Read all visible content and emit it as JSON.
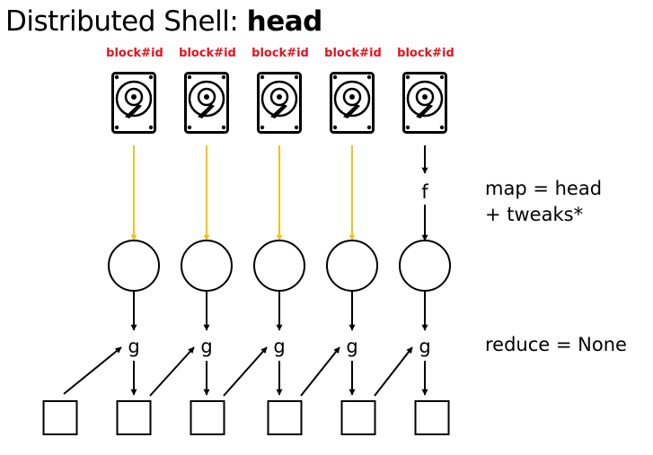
{
  "title": {
    "prefix": "Distributed Shell: ",
    "bold": "head"
  },
  "block_label": "block#id",
  "map_fn_label": "f",
  "reduce_fn_label": "g",
  "map_text": {
    "line1": "map = head",
    "line2": "+ tweaks*"
  },
  "reduce_text": "reduce = None",
  "colors": {
    "label_red": "#e0141e",
    "arrow_yellow": "#f4c21a",
    "line_black": "#000000"
  },
  "disk_icon": "hard-disk-icon",
  "columns": [
    {
      "block_label": "block#id",
      "map_arrow": "yellow"
    },
    {
      "block_label": "block#id",
      "map_arrow": "yellow"
    },
    {
      "block_label": "block#id",
      "map_arrow": "yellow"
    },
    {
      "block_label": "block#id",
      "map_arrow": "yellow"
    },
    {
      "block_label": "block#id",
      "map_arrow": "black-via-f"
    }
  ]
}
